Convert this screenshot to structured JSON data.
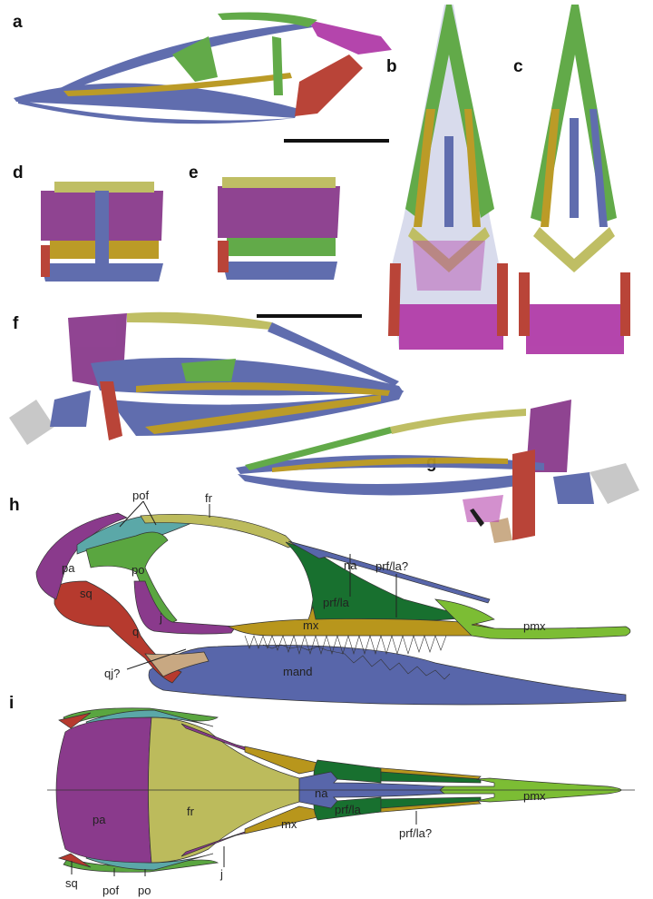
{
  "panels": [
    "a",
    "b",
    "c",
    "d",
    "e",
    "f",
    "g",
    "h",
    "i"
  ],
  "colors": {
    "pa": "#8a3a8c",
    "pof": "#5ba8a8",
    "fr": "#bcbb5c",
    "po": "#5aa640",
    "na": "#5866aa",
    "prf_la": "#18702f",
    "mx": "#b8961c",
    "pmx": "#7cbd34",
    "sq": "#b63a2e",
    "q": "#b63a2e",
    "qj": "#c8a882",
    "j": "#8a3a8c",
    "mand": "#5866aa",
    "braincase": "#c6c6c6"
  },
  "lateral_labels": {
    "pof": "pof",
    "fr": "fr",
    "pa": "pa",
    "po": "po",
    "na": "na",
    "prf_la_q": "prf/la?",
    "sq": "sq",
    "prf_la": "prf/la",
    "j": "j",
    "mx": "mx",
    "q": "q",
    "pmx": "pmx",
    "qj": "qj?",
    "mand": "mand"
  },
  "dorsal_labels": {
    "na": "na",
    "prf_la": "prf/la",
    "pa": "pa",
    "fr": "fr",
    "mx": "mx",
    "prf_la_q": "prf/la?",
    "pmx": "pmx",
    "j": "j",
    "sq": "sq",
    "pof": "pof",
    "po": "po"
  }
}
